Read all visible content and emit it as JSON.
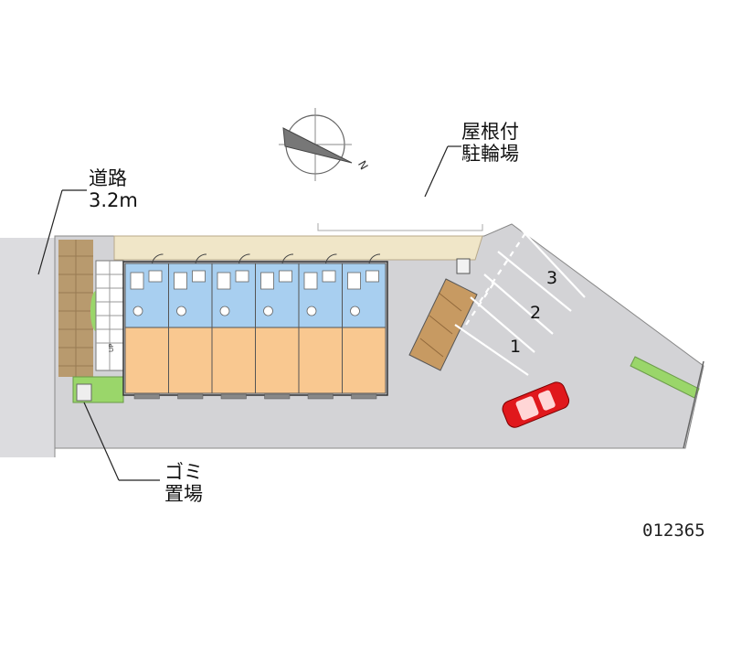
{
  "labels": {
    "road_line1": "道路",
    "road_line2": "3.2m",
    "bike_line1": "屋根付",
    "bike_line2": "駐輪場",
    "garbage_line1": "ゴミ",
    "garbage_line2": "置場",
    "compass_n": "N",
    "stair_up": "UP",
    "property_code": "012365"
  },
  "parking_spaces": [
    "3",
    "2",
    "1"
  ],
  "units": 6,
  "colors": {
    "ground": "#d3d3d6",
    "road": "#dcdcdf",
    "interior": "#f9c890",
    "wet_area": "#a8cff0",
    "walkway": "#f0e6c8",
    "brick": "#b89a6e",
    "planting": "#9ad66a",
    "car": "#e0181c",
    "bike_shed": "#c79a62"
  }
}
